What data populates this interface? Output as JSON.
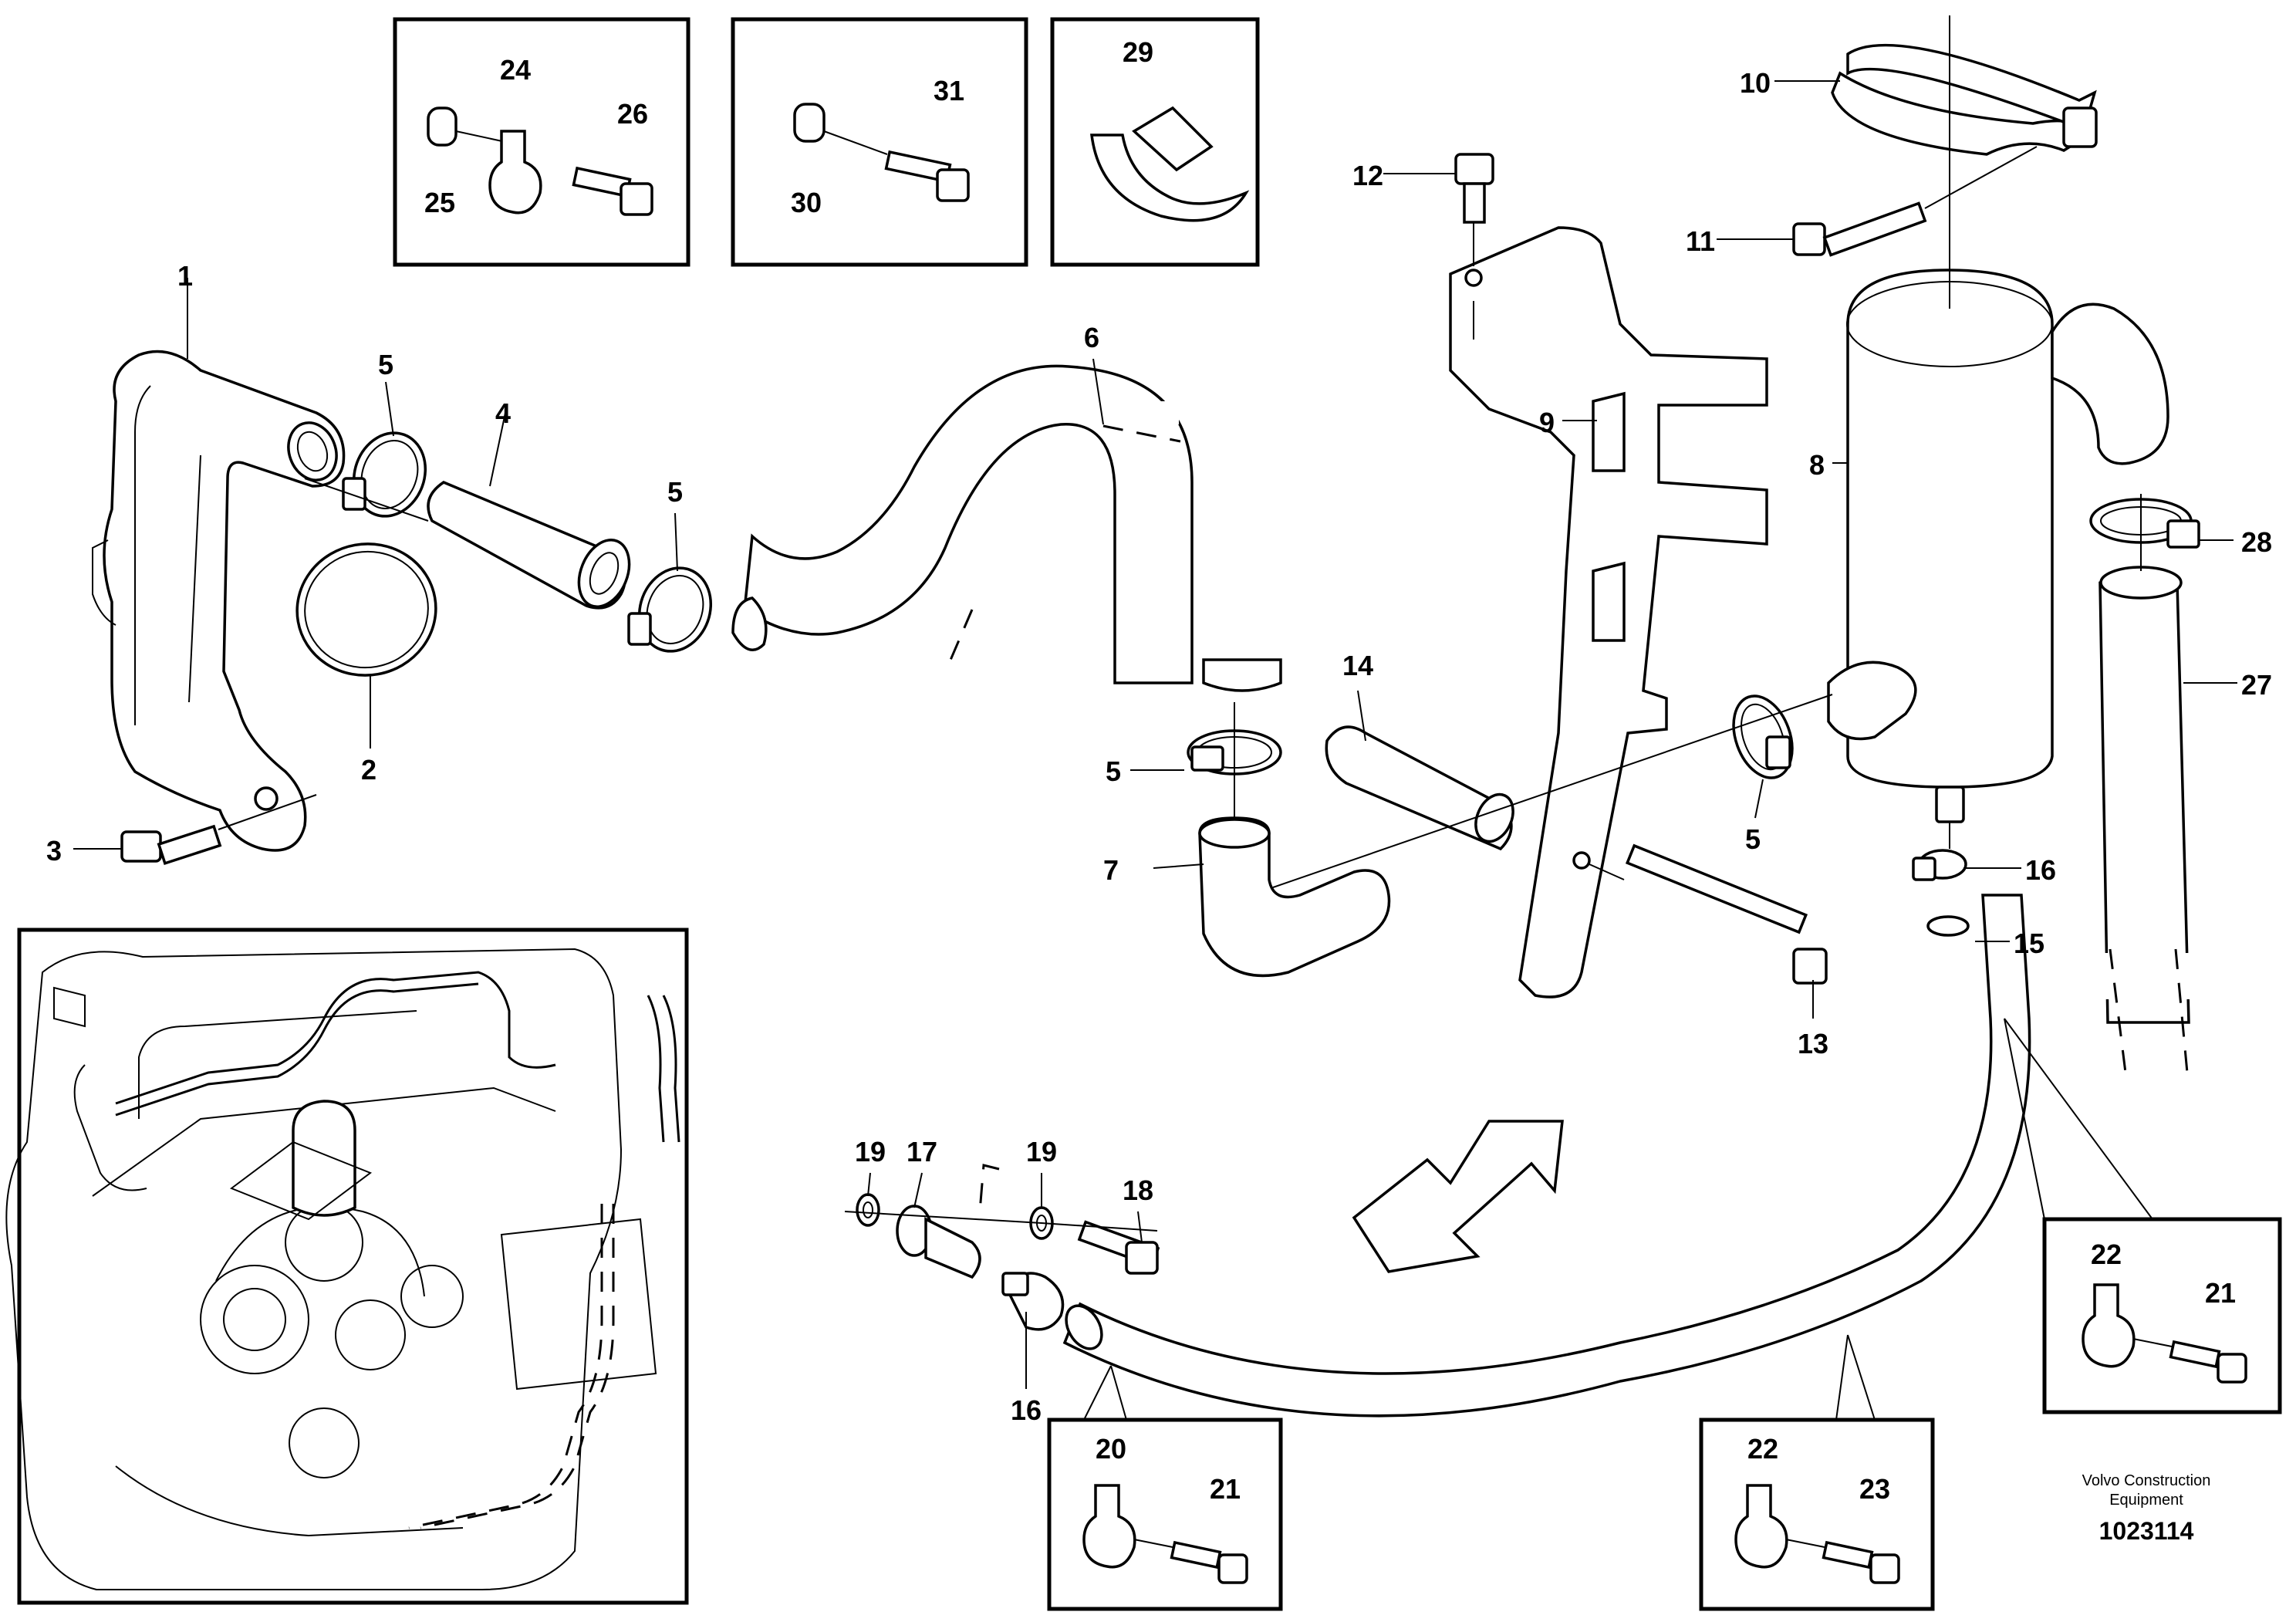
{
  "diagram": {
    "callouts": {
      "c1": "1",
      "c2": "2",
      "c3": "3",
      "c4": "4",
      "c5a": "5",
      "c5b": "5",
      "c5c": "5",
      "c5d": "5",
      "c6": "6",
      "c7": "7",
      "c8": "8",
      "c9": "9",
      "c10": "10",
      "c11": "11",
      "c12": "12",
      "c13": "13",
      "c14": "14",
      "c15": "15",
      "c16a": "16",
      "c16b": "16",
      "c17": "17",
      "c18": "18",
      "c19a": "19",
      "c19b": "19",
      "c20": "20",
      "c21a": "21",
      "c21b": "21",
      "c22a": "22",
      "c22b": "22",
      "c23": "23",
      "c24": "24",
      "c25": "25",
      "c26": "26",
      "c27": "27",
      "c28": "28",
      "c29": "29",
      "c30": "30",
      "c31": "31"
    },
    "footer": {
      "credit_line1": "Volvo Construction",
      "credit_line2": "Equipment",
      "doc_number": "1023114"
    }
  }
}
